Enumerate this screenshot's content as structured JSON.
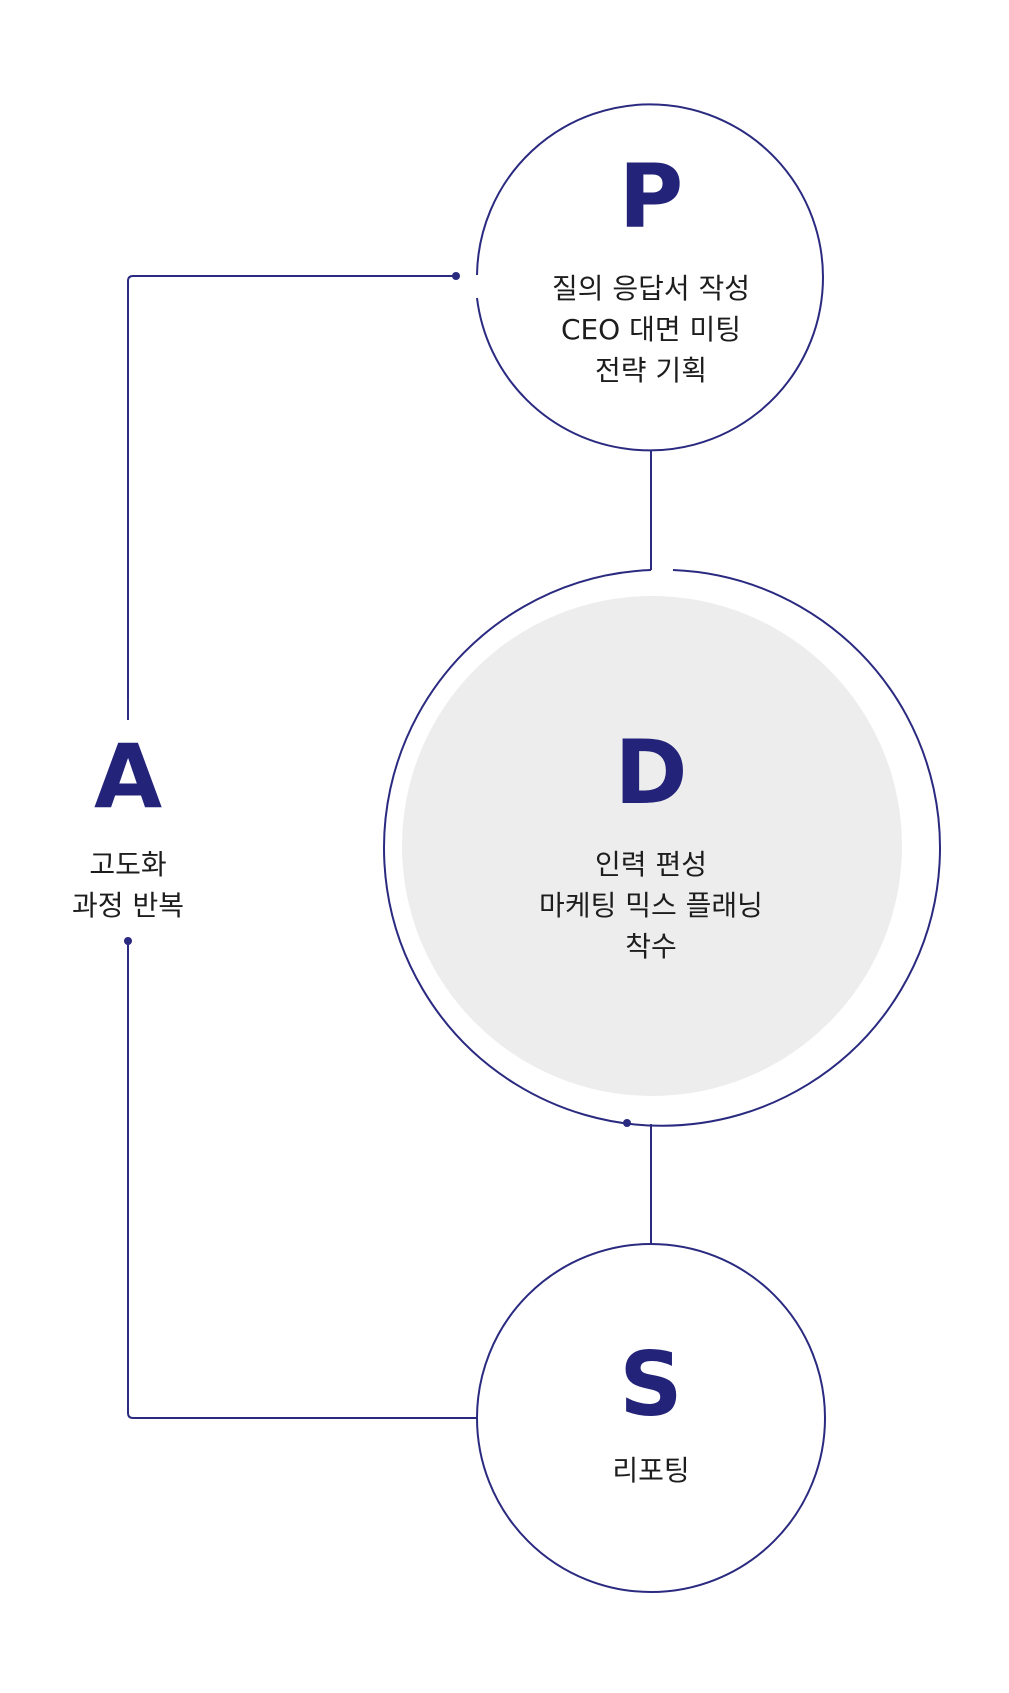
{
  "stages": [
    {
      "id": "p",
      "letter": "P",
      "lines": [
        "질의 응답서 작성",
        "CEO 대면 미팅",
        "전략 기획"
      ]
    },
    {
      "id": "d",
      "letter": "D",
      "lines": [
        "인력 편성",
        "마케팅 믹스 플래닝",
        "착수"
      ]
    },
    {
      "id": "s",
      "letter": "S",
      "lines": [
        "리포팅"
      ]
    },
    {
      "id": "a",
      "letter": "A",
      "lines": [
        "고도화",
        "과정 반복"
      ]
    }
  ],
  "colors": {
    "line": "#2a2a80",
    "letter": "#23237a",
    "text": "#1d1d1d",
    "highlight_fill": "#ededed"
  }
}
